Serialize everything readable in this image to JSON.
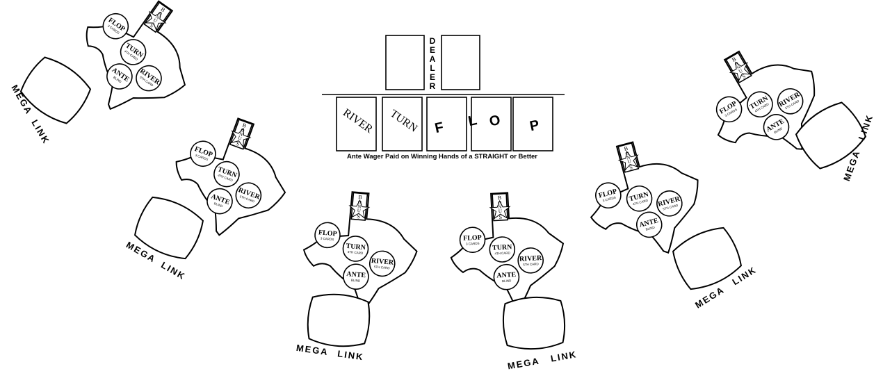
{
  "dealer": {
    "label_letters": [
      "D",
      "E",
      "A",
      "L",
      "E",
      "R"
    ]
  },
  "board": {
    "cards": [
      {
        "id": "river",
        "text": "RIVER"
      },
      {
        "id": "turn",
        "text": "TURN"
      },
      {
        "id": "flop-f",
        "text": "F"
      },
      {
        "id": "flop-l",
        "text": "L"
      },
      {
        "id": "flop-o",
        "text": "O"
      },
      {
        "id": "flop-p",
        "text": "P"
      }
    ],
    "ante_notice": "Ante Wager Paid on Winning Hands of a STRAIGHT or Better"
  },
  "spot_labels": {
    "flop": "FLOP",
    "flop_sub": "3 CARDS",
    "turn": "TURN",
    "turn_sub": "4TH CARD",
    "river": "RIVER",
    "river_sub": "5TH CARD",
    "ante": "ANTE",
    "ante_sub": "BLIND",
    "bonus_letters": [
      "B",
      "O",
      "N",
      "U",
      "S"
    ],
    "mega": "MEGA",
    "link": "LINK"
  },
  "seats": [
    "seat-1",
    "seat-2",
    "seat-3",
    "seat-4",
    "seat-5",
    "seat-6"
  ],
  "colors": {
    "ink": "#000000",
    "felt": "#ffffff"
  }
}
